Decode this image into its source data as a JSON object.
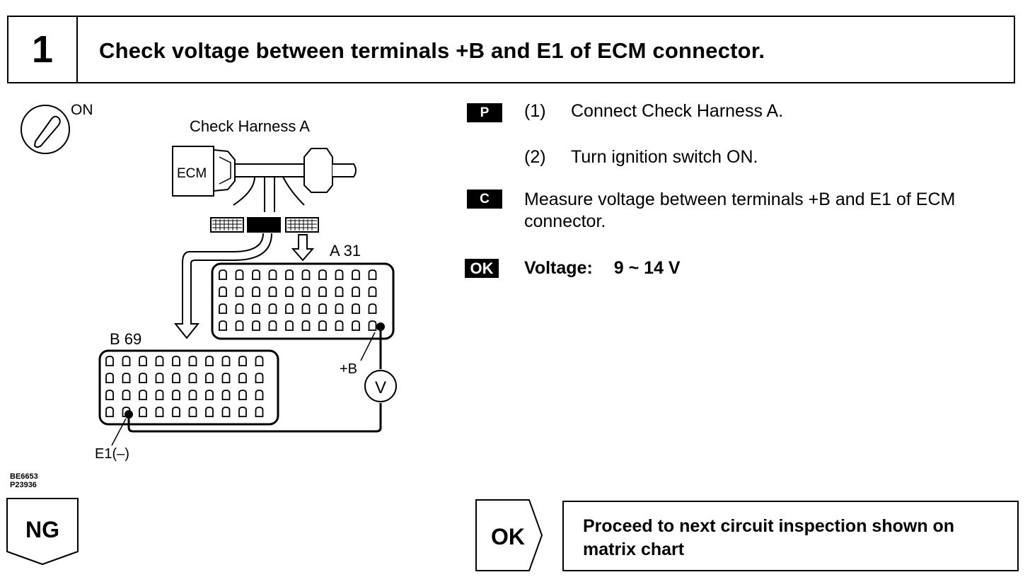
{
  "header": {
    "step_number": "1",
    "title": "Check voltage between terminals +B and E1 of ECM connector."
  },
  "diagram": {
    "ignition_label": "ON",
    "harness_label": "Check Harness A",
    "ecm_label": "ECM",
    "connector_a_label": "A 31",
    "connector_b_label": "B 69",
    "plus_b_label": "+B",
    "e1_label": "E1(–)",
    "meter_label": "V",
    "icon": "ignition-key-icon"
  },
  "figure_codes": [
    "BE6653",
    "P23936"
  ],
  "steps": {
    "prep_tag": "P",
    "prep_1_num": "(1)",
    "prep_1_text": "Connect Check Harness A.",
    "prep_2_num": "(2)",
    "prep_2_text": "Turn ignition switch ON.",
    "check_tag": "C",
    "check_text": "Measure voltage between terminals +B and E1 of ECM connector.",
    "ok_tag": "OK",
    "spec_label": "Voltage:",
    "spec_value": "9 ~ 14 V"
  },
  "results": {
    "ng_label": "NG",
    "ok_label": "OK",
    "ok_action": "Proceed to next circuit inspection shown on matrix chart"
  }
}
